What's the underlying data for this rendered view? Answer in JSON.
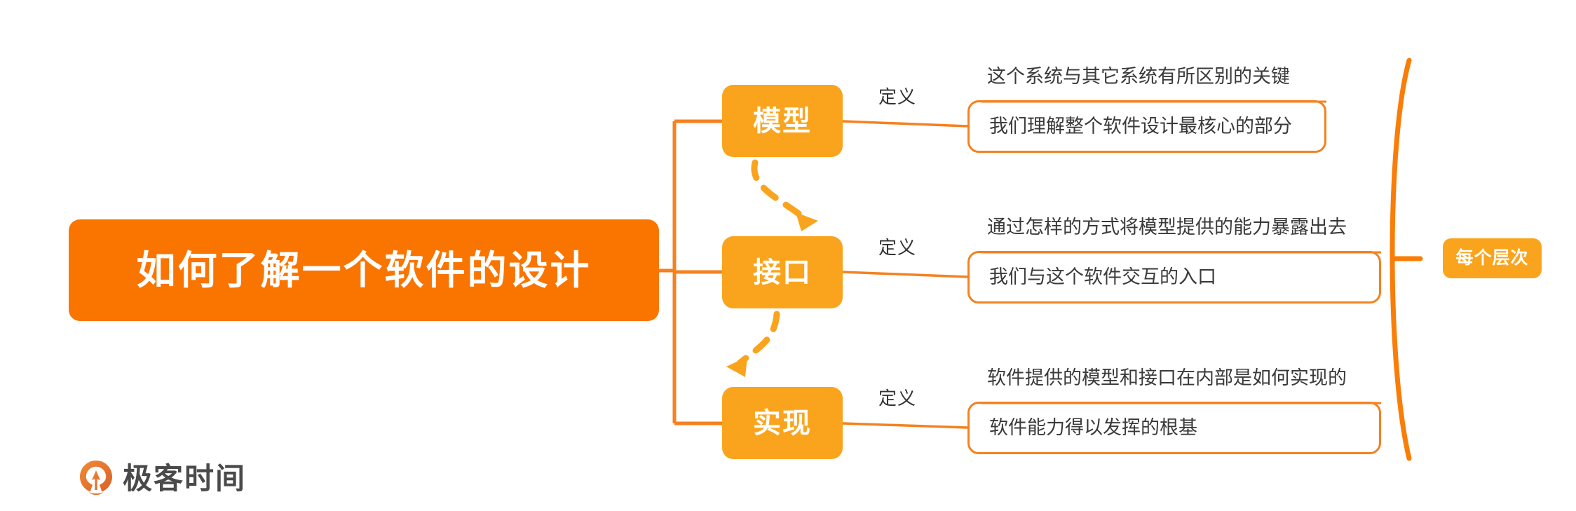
{
  "diagram": {
    "type": "mindmap",
    "title": "如何了解一个软件的设计",
    "root": {
      "label": "如何了解一个软件的设计"
    },
    "branches": [
      {
        "label": "模型",
        "edge_label": "定义",
        "details": [
          "这个系统与其它系统有所区别的关键",
          "我们理解整个软件设计最核心的部分"
        ]
      },
      {
        "label": "接口",
        "edge_label": "定义",
        "details": [
          "通过怎样的方式将模型提供的能力暴露出去",
          "我们与这个软件交互的入口"
        ]
      },
      {
        "label": "实现",
        "edge_label": "定义",
        "details": [
          "软件提供的模型和接口在内部是如何实现的",
          "软件能力得以发挥的根基"
        ]
      }
    ],
    "summary": {
      "label": "每个层次"
    },
    "flow_arrows": [
      {
        "from": "模型",
        "to": "接口",
        "style": "dashed",
        "direction": "down-right"
      },
      {
        "from": "接口",
        "to": "实现",
        "style": "dashed",
        "direction": "down-left"
      }
    ]
  },
  "brand": {
    "name": "极客时间",
    "logo_icon": "geektime-logo-icon"
  },
  "colors": {
    "root_orange": "#FA7500",
    "branch_orange": "#FAA41E",
    "line_orange": "#F5811F",
    "dash_orange": "#FAA41E",
    "text_dark": "#3A3A3A",
    "background": "#FFFFFF",
    "brand_text": "#4A4A4A"
  }
}
